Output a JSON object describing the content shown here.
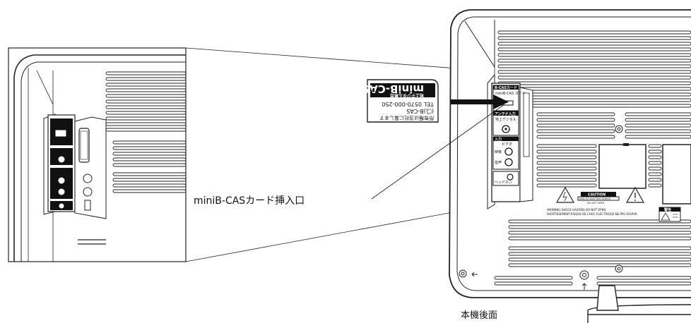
{
  "labels": {
    "slot": "miniB-CASカード挿入口",
    "rear": "本機後面"
  },
  "card": {
    "logo": "miniB-CAS",
    "line1": "所有権は当社に属します",
    "line2": "(株)B-CAS",
    "line3": "TEL 0570-000-250",
    "badge": "地上デジタル専用"
  },
  "panel": {
    "cas_title": "B-CASカード",
    "cas_sub": "miniB-CAS カード",
    "antenna": "アンテナ入力",
    "antenna_sub": "地上デジタル",
    "input": "入力",
    "video": "ビデオ",
    "audio_l": "映像",
    "audio_r": "音声",
    "headphone": "ヘッドホン"
  },
  "warning": {
    "caution": "CAUTION",
    "risk": "RISK OF ELECTRIC SHOCK",
    "do_not_open": "DO NOT OPEN",
    "en": "WARNING:SHOCK HAZARD-DO NOT OPEN.",
    "fr": "AVERTISSEMENT:RISQUE DE CHOC ELECTRIQUE-NE PAS OUVRIR.",
    "jp": "警告"
  }
}
